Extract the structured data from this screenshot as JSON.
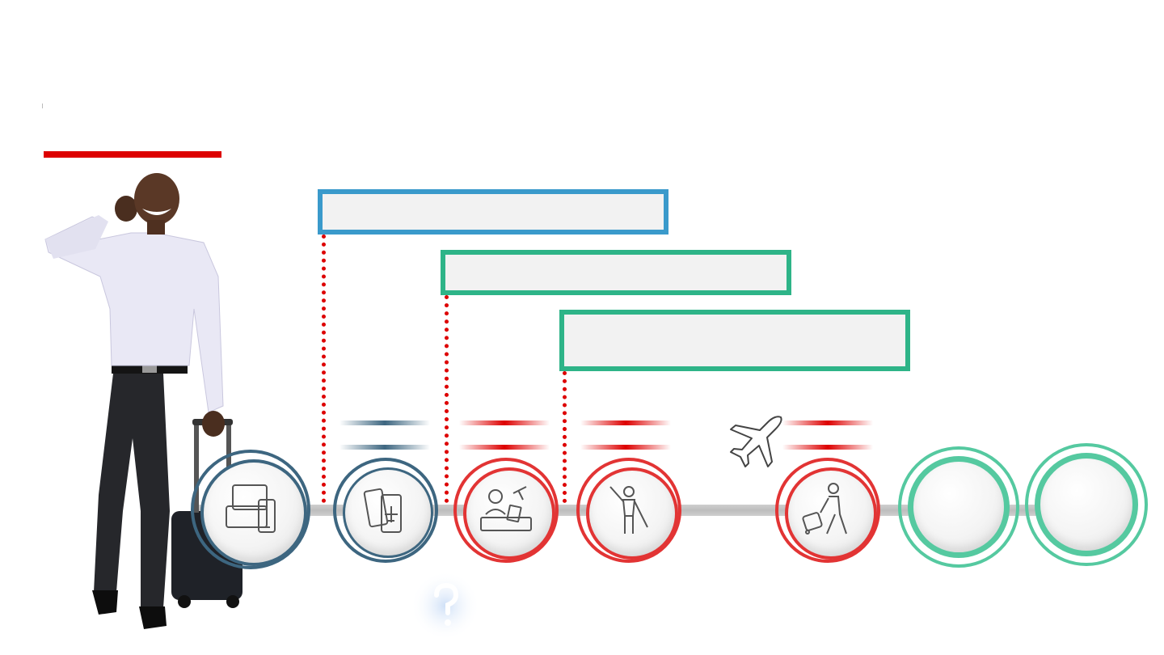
{
  "colors": {
    "accent_red": "#dd0000",
    "blue_border": "#3a9acb",
    "green_border": "#2eb488",
    "navy_ring": "#3d6680",
    "red_ring": "#e23434",
    "mint_ring": "#55c9a0",
    "box_fill": "#f2f2f2"
  },
  "boxes": [
    {
      "label": "",
      "color": "#3a9acb"
    },
    {
      "label": "",
      "color": "#2eb488"
    },
    {
      "label": "",
      "color": "#2eb488"
    }
  ],
  "steps": [
    {
      "icon": "devices-icon",
      "ring": "navy"
    },
    {
      "icon": "boarding-pass-icon",
      "ring": "navy"
    },
    {
      "icon": "check-in-agent-icon",
      "ring": "red"
    },
    {
      "icon": "ground-crew-icon",
      "ring": "red"
    },
    {
      "icon": "traveler-luggage-icon",
      "ring": "red"
    },
    {
      "icon": "",
      "ring": "mint"
    },
    {
      "icon": "",
      "ring": "mint"
    }
  ],
  "decor": {
    "hero": "businessman-with-suitcase-illustration",
    "help": "question-mark-icon",
    "flight": "airplane-icon"
  }
}
